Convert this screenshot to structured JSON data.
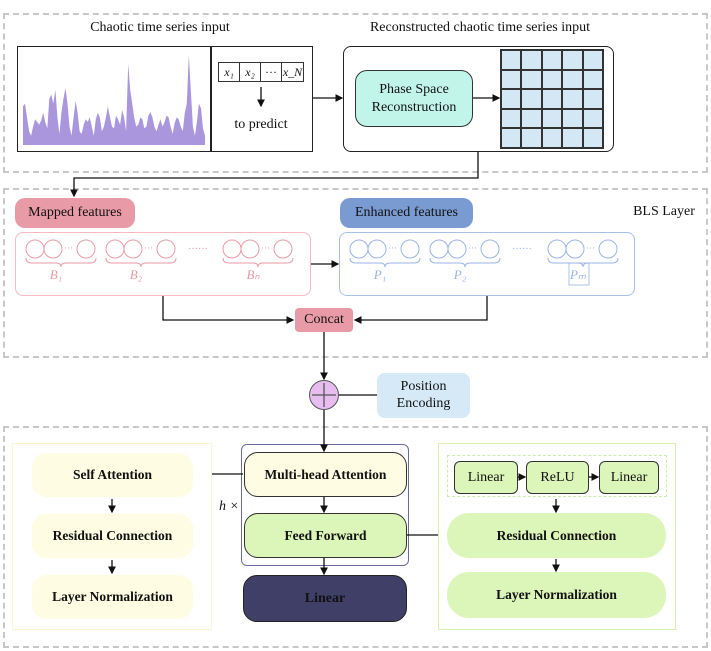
{
  "input_section": {
    "title": "Chaotic time series input",
    "sequence_tokens": [
      "x₁",
      "x₂",
      "···",
      "x_N"
    ],
    "predict_label": "to predict"
  },
  "reconstruction_section": {
    "title": "Reconstructed chaotic time series input",
    "psr_label_line1": "Phase Space",
    "psr_label_line2": "Reconstruction",
    "grid_rows": 5,
    "grid_cols": 5
  },
  "bls": {
    "layer_label": "BLS Layer",
    "mapped_label": "Mapped features",
    "enhanced_label": "Enhanced features",
    "mapped_groups": [
      "B₁",
      "B₂",
      "Bₙ"
    ],
    "enhanced_groups": [
      "P₁",
      "P₂",
      "Pₘ"
    ],
    "ellipsis": "······",
    "concat_label": "Concat"
  },
  "position_encoding": {
    "label_line1": "Position",
    "label_line2": "Encoding"
  },
  "transformer": {
    "left_panel": [
      "Self Attention",
      "Residual Connection",
      "Layer Normalization"
    ],
    "repeat_label": "h ×",
    "multihead_label": "Multi-head Attention",
    "feedforward_label": "Feed Forward",
    "linear_label": "Linear",
    "right_panel": {
      "ffn_chain": [
        "Linear",
        "ReLU",
        "Linear"
      ],
      "residual_label": "Residual Connection",
      "norm_label": "Layer Normalization"
    }
  },
  "colors": {
    "series_fill": "#a996dc",
    "psr_fill": "#c2f5ea",
    "grid_fill": "#d3e8f4",
    "mapped_accent": "#e89aa6",
    "enhanced_accent": "#7a9bd1",
    "concat_fill": "#e89aa6",
    "pos_enc_fill": "#d5e9f6",
    "adder_fill": "#e7bdf0",
    "yellow_fill": "#fefde3",
    "green_fill": "#dcf5b8",
    "linear_dark": "#3f3f68"
  },
  "chart_data": {
    "type": "area",
    "title": "Chaotic time series input",
    "xlabel": "",
    "ylabel": "",
    "values": [
      0.42,
      0.45,
      0.3,
      0.15,
      0.1,
      0.2,
      0.28,
      0.25,
      0.22,
      0.27,
      0.35,
      0.25,
      0.18,
      0.5,
      0.55,
      0.45,
      0.6,
      0.3,
      0.12,
      0.35,
      0.5,
      0.62,
      0.45,
      0.2,
      0.1,
      0.3,
      0.48,
      0.35,
      0.15,
      0.12,
      0.22,
      0.28,
      0.25,
      0.3,
      0.2,
      0.1,
      0.28,
      0.35,
      0.3,
      0.15,
      0.2,
      0.3,
      0.42,
      0.3,
      0.2,
      0.18,
      0.32,
      0.28,
      0.22,
      0.38,
      0.3,
      0.15,
      0.88,
      0.6,
      0.45,
      0.3,
      0.2,
      0.22,
      0.3,
      0.28,
      0.18,
      0.2,
      0.32,
      0.36,
      0.3,
      0.2,
      0.15,
      0.22,
      0.28,
      0.2,
      0.25,
      0.32,
      0.3,
      0.2,
      0.12,
      0.24,
      0.3,
      0.28,
      0.2,
      0.15,
      0.35,
      0.45,
      0.98,
      0.6,
      0.2,
      0.1,
      0.25,
      0.45,
      0.4,
      0.18,
      0.1
    ],
    "ylim": [
      0,
      1
    ]
  }
}
